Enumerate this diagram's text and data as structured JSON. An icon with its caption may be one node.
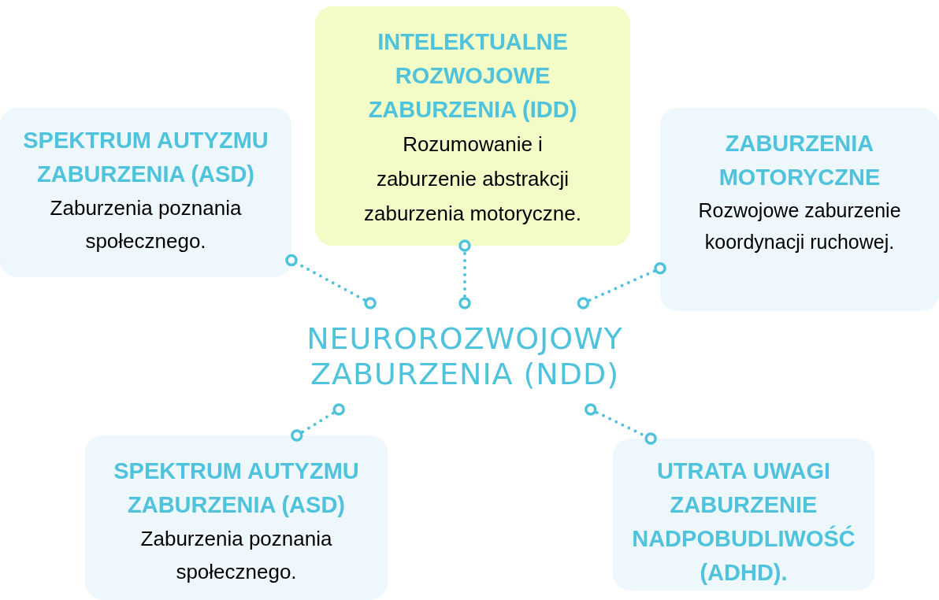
{
  "diagram": {
    "nodes": [
      {
        "text": [
          "INTELEKTUALNE ROZWOJOWE ZABURZENIA (IDD)",
          "Rozumowanie i zaburzenie abstrakcji zaburzenia motoryczne."
        ]
      },
      {
        "text": [
          "SPEKTRUM AUTYZMU ZABURZENIA (ASD)",
          "Zaburzenia poznania społecznego."
        ]
      },
      {
        "text": [
          "ZABURZENIA MOTORYCZNE",
          "Rozwojowe zaburzenie koordynacji ruchowej."
        ]
      },
      {
        "text": [
          "NEUROROZWOJOWY ZABURZENIA (NDD)"
        ]
      },
      {
        "text": [
          "SPEKTRUM AUTYZMU ZABURZENIA (ASD)",
          "Zaburzenia poznania społecznego."
        ]
      },
      {
        "text": [
          "UTRATA UWAGI ZABURZENIE NADPOBUDLIWOŚĆ (ADHD)."
        ]
      }
    ],
    "edges": [
      {
        "from": 3,
        "to": 1,
        "arrow": "other",
        "style": "dashed"
      },
      {
        "from": 3,
        "to": 0,
        "arrow": "other",
        "style": "dashed"
      },
      {
        "from": 3,
        "to": 2,
        "arrow": "other",
        "style": "dashed"
      },
      {
        "from": 3,
        "to": 4,
        "arrow": "other",
        "style": "dashed"
      },
      {
        "from": 3,
        "to": 5,
        "arrow": "other",
        "style": "dashed"
      }
    ]
  }
}
